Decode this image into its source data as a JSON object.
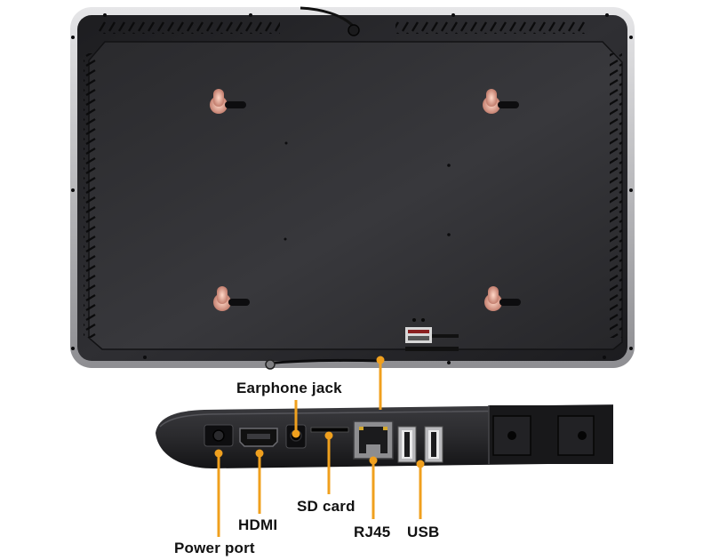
{
  "labels": {
    "earphone_jack": "Earphone jack",
    "sd_card": "SD card",
    "hdmi": "HDMI",
    "power_port": "Power port",
    "rj45": "RJ45",
    "usb": "USB"
  },
  "colors": {
    "callout": "#f0a01e",
    "panel": "#2b2b2d",
    "bezel": "#c9c9cb"
  }
}
